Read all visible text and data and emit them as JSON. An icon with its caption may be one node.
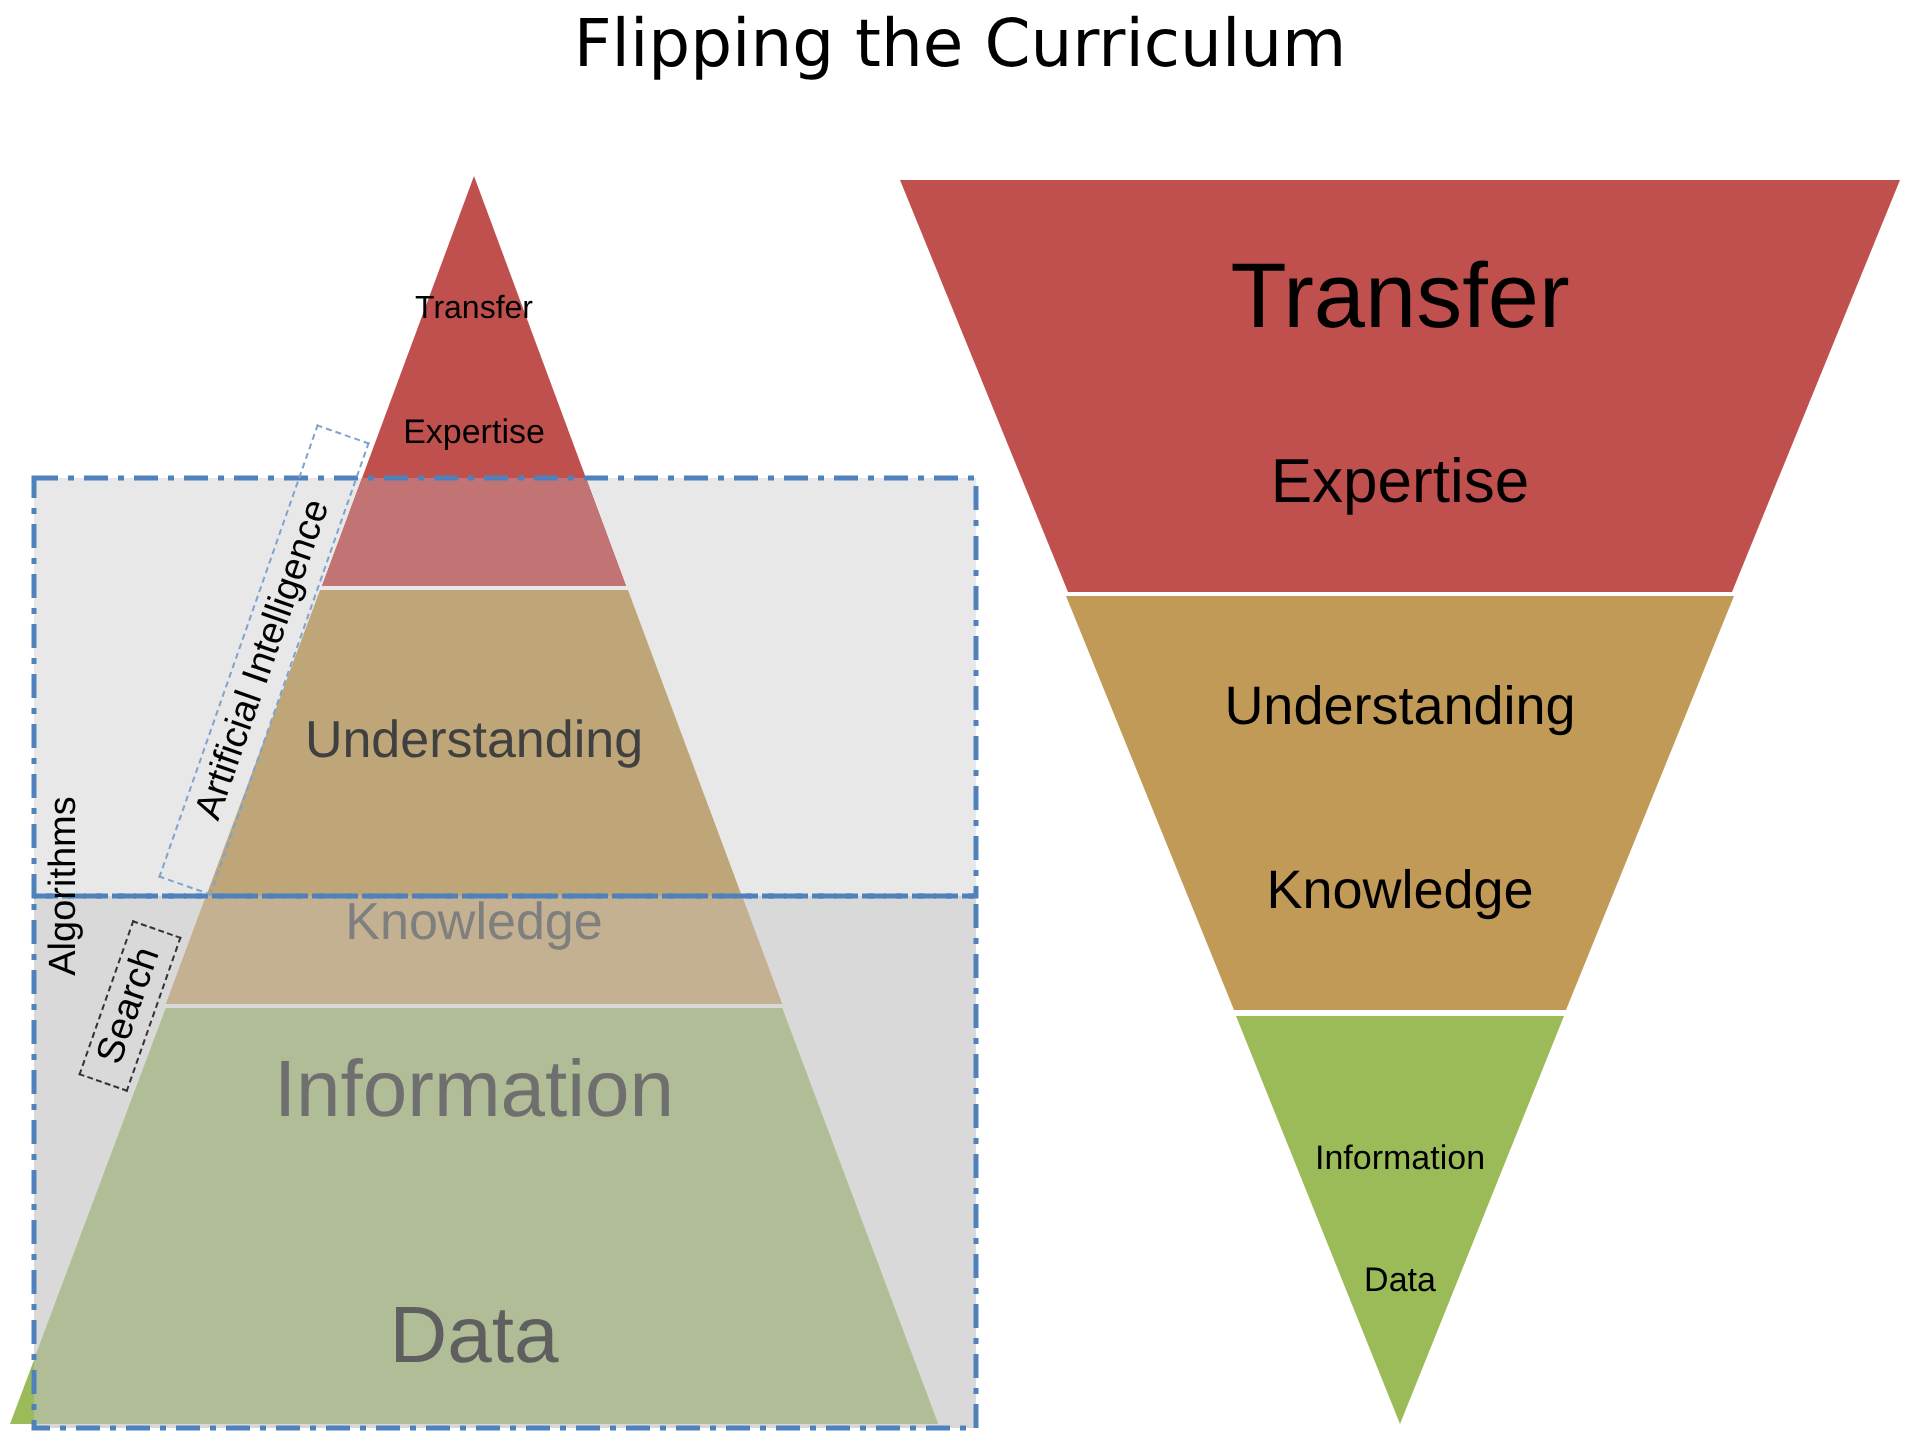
{
  "diagram": {
    "title": "Flipping the Curriculum",
    "nodes": [
      {
        "text": [
          "Transfer",
          "Expertise"
        ]
      },
      {
        "text": [
          "Understanding",
          "Knowledge"
        ]
      },
      {
        "text": [
          "Information",
          "Data"
        ]
      },
      {
        "text": [
          "Artificial Intelligence"
        ]
      },
      {
        "text": [
          "Search"
        ]
      },
      {
        "text": [
          "Transfer",
          "Expertise"
        ]
      },
      {
        "text": [
          "Understanding",
          "Knowledge"
        ]
      },
      {
        "text": [
          "Information",
          "Data"
        ]
      }
    ],
    "labels": [
      "Algorithms"
    ]
  }
}
